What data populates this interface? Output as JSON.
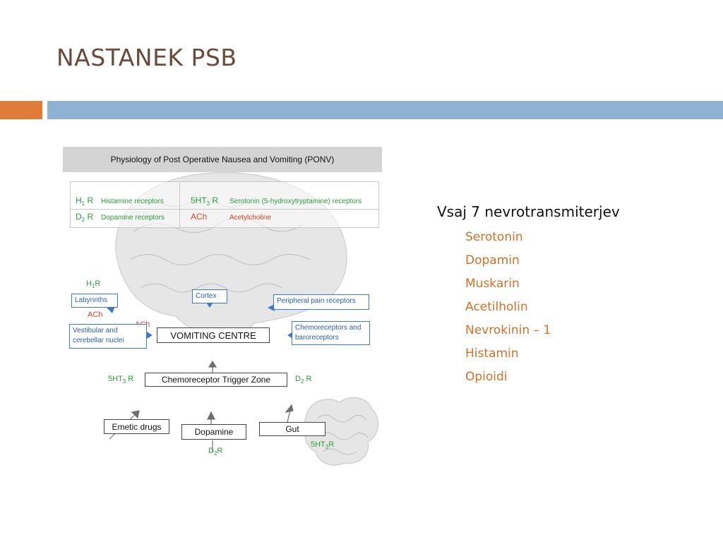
{
  "slide": {
    "title": "NASTANEK PSB",
    "accent_orange": "#e07b39",
    "accent_blue": "#8fb2d2"
  },
  "diagram": {
    "header": "Physiology of Post Operative Nausea and Vomiting (PONV)",
    "legend": {
      "h1_abbr": "H",
      "h1_sub": "1",
      "h1_r": " R",
      "h1_text": "Histamine receptors",
      "ht_abbr": "5HT",
      "ht_sub": "3",
      "ht_r": " R",
      "ht_text": "Serotonin (5-hydroxytryptamine) receptors",
      "d2_abbr": "D",
      "d2_sub": "2",
      "d2_r": " R",
      "d2_text": "Dopamine receptors",
      "ach_abbr": "ACh",
      "ach_text": "Acetylcholine"
    },
    "labels": {
      "h1_top": "H",
      "h1_top_sub": "1",
      "h1_top_r": "R",
      "ach_1": "ACh",
      "ach_2": "ACh",
      "ht_left": "5HT",
      "ht_left_sub": "3",
      "ht_left_r": " R",
      "d2_right": "D",
      "d2_right_sub": "2",
      "d2_right_r": " R",
      "d2_bottom": "D",
      "d2_bottom_sub": "2",
      "d2_bottom_r": "R",
      "ht_gut": "5HT",
      "ht_gut_sub": "3",
      "ht_gut_r": "R"
    },
    "boxes": {
      "labyrinths": "Labyrinths",
      "cortex": "Cortex",
      "pain": "Peripheral pain receptors",
      "vestibular_1": "Vestibular and",
      "vestibular_2": "cerebellar nuclei",
      "chemo_1": "Chemoreceptors and",
      "chemo_2": "baroreceptors",
      "vomiting": "VOMITING CENTRE",
      "ctz": "Chemoreceptor Trigger Zone",
      "emetic": "Emetic drugs",
      "dopamine": "Dopamine",
      "gut": "Gut"
    }
  },
  "list": {
    "heading": "Vsaj 7 nevrotransmiterjev",
    "items": [
      "Serotonin",
      "Dopamin",
      "Muskarin",
      "Acetilholin",
      "Nevrokinin – 1",
      "Histamin",
      "Opioidi"
    ]
  }
}
